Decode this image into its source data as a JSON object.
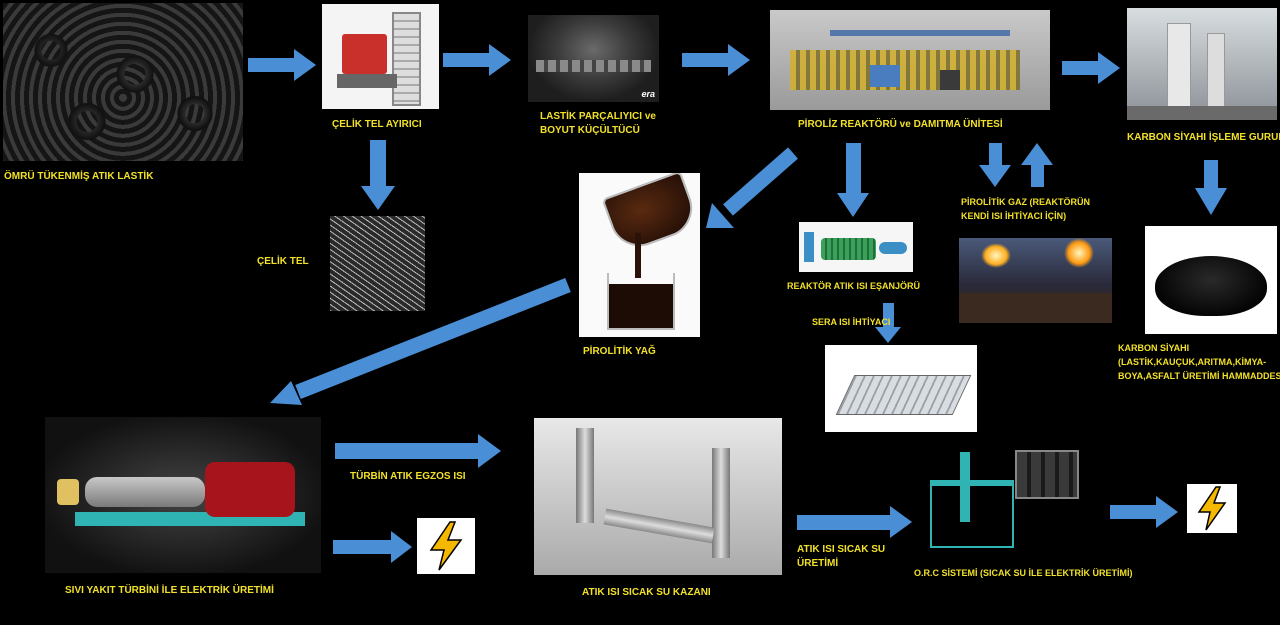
{
  "nodes": {
    "tires": {
      "label": "ÖMRÜ TÜKENMİŞ ATIK LASTİK",
      "image": "tire-pile-photo"
    },
    "steel_separator": {
      "label": "ÇELİK TEL AYIRICI",
      "image": "steel-wire-separator-machine"
    },
    "shredder": {
      "label_line1": "LASTİK PARÇALIYICI ve",
      "label_line2": "BOYUT KÜÇÜLTÜCÜ",
      "image": "tire-shredder-photo",
      "watermark": "era"
    },
    "reactor": {
      "label": "PİROLİZ REAKTÖRÜ ve DAMITMA ÜNİTESİ",
      "image": "pyrolysis-reactor-render"
    },
    "carbon_plant": {
      "label": "KARBON SİYAHI İŞLEME GURUBU",
      "image": "carbon-black-processing-plant"
    },
    "steel_wire": {
      "label": "ÇELİK TEL",
      "image": "steel-wire-photo"
    },
    "pyrolytic_oil": {
      "label": "PİROLİTİK YAĞ",
      "image": "oil-pouring-beaker"
    },
    "heat_exchanger": {
      "label": "REAKTÖR ATIK ISI EŞANJÖRÜ",
      "image": "heat-exchanger-render"
    },
    "greenhouse": {
      "label": "SERA ISI İHTİYACI",
      "image": "greenhouse-render"
    },
    "pyro_gas": {
      "label_line1": "PİROLİTİK GAZ  (REAKTÖRÜN",
      "label_line2": "KENDİ ISI İHTİYACI İÇİN)",
      "image": "gas-flare-photo"
    },
    "carbon_black": {
      "label_line1": "KARBON SİYAHI",
      "label_line2": "(LASTİK,KAUÇUK,ARITMA,KİMYA-",
      "label_line3": "BOYA,ASFALT ÜRETİMİ HAMMADDESİ)",
      "image": "carbon-black-powder"
    },
    "turbine": {
      "label": "SIVI YAKIT TÜRBİNİ İLE ELEKTRİK ÜRETİMİ",
      "image": "turbine-generator-render"
    },
    "turbine_exhaust": {
      "label": "TÜRBİN ATIK EGZOS ISI"
    },
    "boiler": {
      "label": "ATIK ISI SICAK SU KAZANI",
      "image": "hot-water-boiler-render"
    },
    "hot_water": {
      "label_line1": "ATIK ISI SICAK SU",
      "label_line2": "ÜRETİMİ"
    },
    "orc": {
      "label": "O.R.C SİSTEMİ (SICAK SU İLE ELEKTRİK ÜRETİMİ)",
      "image": "orc-system-render"
    }
  },
  "icons": {
    "electricity": "lightning-bolt-icon"
  },
  "colors": {
    "arrow": "#4a8fd6",
    "label": "#f2e12a",
    "background": "#000000",
    "bolt": "#f5b800"
  }
}
